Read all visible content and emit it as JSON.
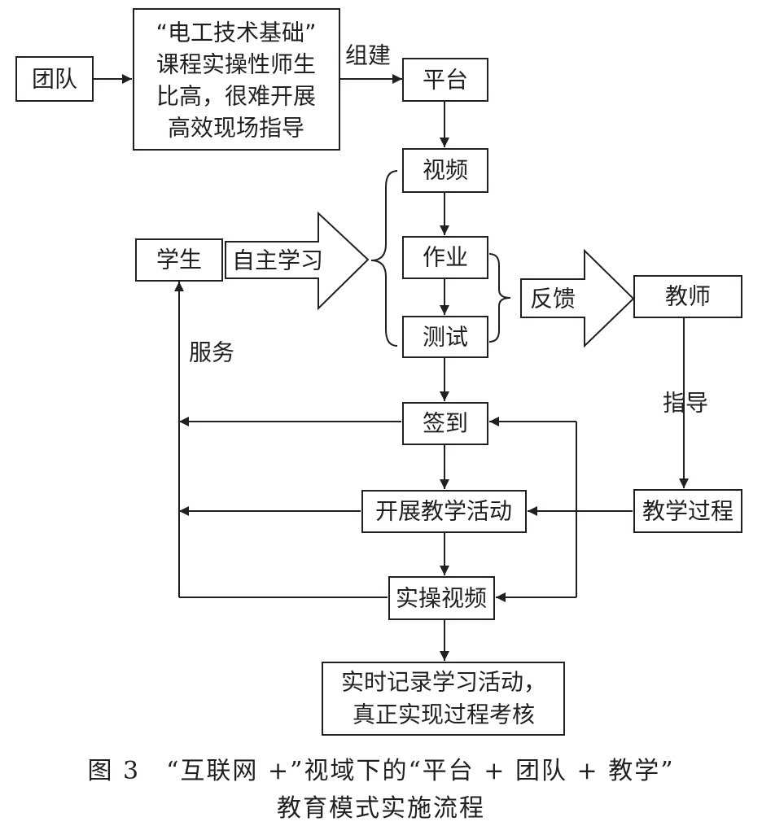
{
  "nodes": {
    "team": "团队",
    "problem": [
      "“电工技术基础”",
      "课程实操性师生",
      "比高，很难开展",
      "高效现场指导"
    ],
    "platform": "平台",
    "video": "视频",
    "homework": "作业",
    "test": "测试",
    "student": "学生",
    "teacher": "教师",
    "checkin": "签到",
    "activity": "开展教学活动",
    "practice_video": "实操视频",
    "teaching_process": "教学过程",
    "record": [
      "实时记录学习活动，",
      "真正实现过程考核"
    ]
  },
  "labels": {
    "build": "组建",
    "self_study": "自主学习",
    "feedback": "反馈",
    "guidance": "指导",
    "service": "服务"
  },
  "caption": {
    "line1": "图 3　“互联网 +”视域下的“平台 + 团队 + 教学”",
    "line2": "教育模式实施流程"
  }
}
